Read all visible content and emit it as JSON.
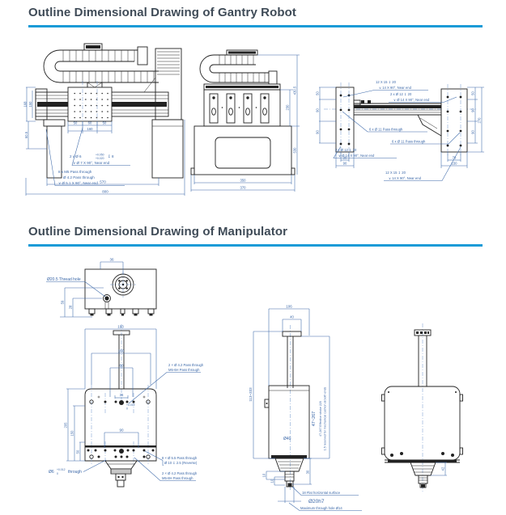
{
  "page": {
    "accent": "#1a9bd7",
    "heading_color": "#3f4b57",
    "dim_color": "#3a67a8"
  },
  "sections": {
    "gantry_title": "Outline Dimensional Drawing of Gantry Robot",
    "manipulator_title": "Outline Dimensional Drawing of Manipulator"
  },
  "gantry": {
    "front": {
      "d168": "168",
      "d150": "150",
      "d60_5": "60.5",
      "d50": "50",
      "d60": "60",
      "d160": "160",
      "d570": "570",
      "d800": "800",
      "hole_note_prefix": "2 x   Ø 6",
      "hole_note_tol_top": "+0.050",
      "hole_note_tol_bot": "+0.020",
      "hole_note_depth": "↧ 8",
      "hole_note_line2": "∨  Ø 7 X 90°,  Near end",
      "m5_note_line1": "8 x  M5  Pass through",
      "m5_note_line2": "Ø 4.2 Pass through",
      "m5_note_line3": "∨  Ø 5.1 X 90°,  Near end"
    },
    "side": {
      "d430_5": "430.5",
      "d230": "230",
      "d530": "530",
      "d350": "350",
      "d370": "370"
    },
    "top": {
      "note_tl_1": "12 X 15     ↧ 20",
      "note_tl_2": "∨  14 X 90°,  Near end",
      "note_tr_1": "2 x   Ø 12   ↧ 20",
      "note_tr_2": "∨  Ø 14 X 90°,  Near end",
      "note_ml": "6 x    Ø 11 Pass through",
      "note_mr": "6 x    Ø 11 Pass through",
      "note_bl_1": "2 x   Ø 12   ↧ 20",
      "note_bl_2": "∨  Ø 14 X 90°,  Near end",
      "note_br_1": "12 X 15     ↧ 20",
      "note_br_2": "∨  14 X 90°,  Near end",
      "d30": "30",
      "d90_left_plate": "90",
      "d70": "70",
      "d150": "150",
      "d50_r": "50",
      "d90_r1": "90",
      "d90_r2": "90",
      "d270": "270",
      "d50_l": "50",
      "d90_l1": "90",
      "d90_l2": "90"
    }
  },
  "manipulator": {
    "top": {
      "d36": "36",
      "thread_note": "Ø20.5 Thread hole",
      "d59": "59",
      "d28": "28"
    },
    "front": {
      "d193": "193",
      "d160": "160",
      "d60": "60",
      "d36": "36",
      "d205": "205",
      "d150": "150",
      "d50": "50",
      "d90": "90",
      "tol_top": "+0.012",
      "tol_bot": "0",
      "note_tr_1": "2 × Ø 4.2 Pass through",
      "note_tr_2": "M5-6H Pass through",
      "note_bl_dia": "Ø6",
      "note_bl_tol_top": "+0.012",
      "note_bl_tol_bot": "0",
      "note_bl_text": "through",
      "note_br1_1": "8 × Ø 5.5 Pass through",
      "note_br1_2": "Ø 10 ↧ 2.5 (Reverse)",
      "note_br2_1": "2 × Ø 4.2 Pass through",
      "note_br2_2": "M5-8H Pass through"
    },
    "side": {
      "d106": "106",
      "d40": "40",
      "d113_333": "113~333",
      "d47_267": "47~267",
      "stroke_note_1": "47-267 Effective stroke 220",
      "stroke_note_2": "1.5 reserved for mechanical cushion at both ends",
      "dia40": "Ø40",
      "d10a": "10",
      "d10b": "10",
      "d30": "30",
      "flat_note": "18 Flat horizontal surface",
      "dia20": "Ø20h7",
      "hole_note": "Maximum through hole Ø14"
    },
    "back": {
      "d42": "42"
    }
  }
}
